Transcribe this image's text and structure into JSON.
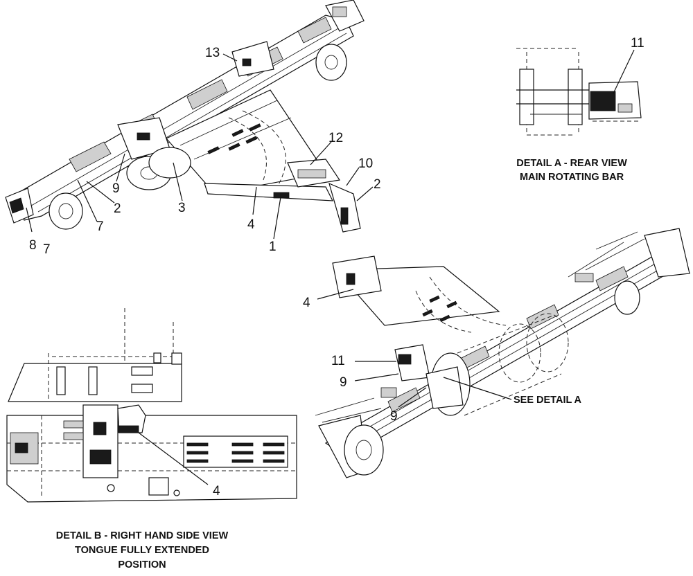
{
  "callouts": {
    "main": [
      "13",
      "12",
      "10",
      "2",
      "9",
      "3",
      "2",
      "7",
      "8",
      "7",
      "4",
      "1"
    ],
    "rear": [
      "4",
      "11",
      "9",
      "9"
    ],
    "detail_a": [
      "11"
    ],
    "detail_b": [
      "4"
    ]
  },
  "see_detail_a": "SEE DETAIL A",
  "detail_a_caption": [
    "DETAIL A - REAR VIEW",
    "MAIN ROTATING BAR"
  ],
  "detail_b_caption": [
    "DETAIL B - RIGHT HAND SIDE VIEW",
    "TONGUE FULLY EXTENDED",
    "POSITION"
  ]
}
